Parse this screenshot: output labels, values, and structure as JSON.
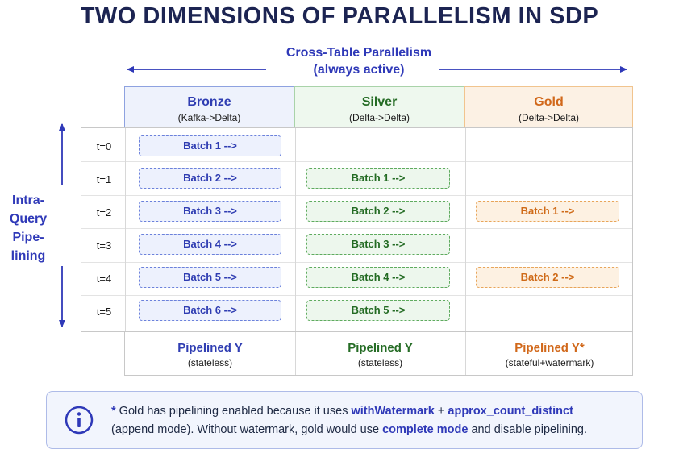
{
  "title": "TWO DIMENSIONS OF PARALLELISM IN SDP",
  "cross_table": {
    "line1": "Cross-Table Parallelism",
    "line2": "(always active)"
  },
  "intra_query": {
    "lines": [
      "Intra-",
      "Query",
      "Pipe-",
      "lining"
    ]
  },
  "columns": [
    {
      "name": "Bronze",
      "sub": "(Kafka->Delta)",
      "color": "#2f3db2"
    },
    {
      "name": "Silver",
      "sub": "(Delta->Delta)",
      "color": "#256c25"
    },
    {
      "name": "Gold",
      "sub": "(Delta->Delta)",
      "color": "#d1681a"
    }
  ],
  "times": [
    "t=0",
    "t=1",
    "t=2",
    "t=3",
    "t=4",
    "t=5"
  ],
  "batches": {
    "bronze": [
      "Batch 1 -->",
      "Batch 2 -->",
      "Batch 3 -->",
      "Batch 4 -->",
      "Batch 5 -->",
      "Batch 6 -->"
    ],
    "silver": [
      "Batch 1 -->",
      "Batch 2 -->",
      "Batch 3 -->",
      "Batch 4 -->",
      "Batch 5 -->"
    ],
    "gold": [
      "Batch 1 -->",
      "Batch 2 -->"
    ]
  },
  "footer": [
    {
      "name": "Pipelined Y",
      "sub": "(stateless)"
    },
    {
      "name": "Pipelined Y",
      "sub": "(stateless)"
    },
    {
      "name": "Pipelined Y*",
      "sub": "(stateful+watermark)"
    }
  ],
  "note": {
    "icon": "info-icon",
    "star": "*",
    "t1": " Gold has pipelining enabled because it uses ",
    "h1": "withWatermark",
    "t2": " + ",
    "h2": "approx_count_distinct",
    "t3": "(append mode). Without watermark, gold would use ",
    "h3": "complete mode",
    "t4": " and disable pipelining."
  }
}
